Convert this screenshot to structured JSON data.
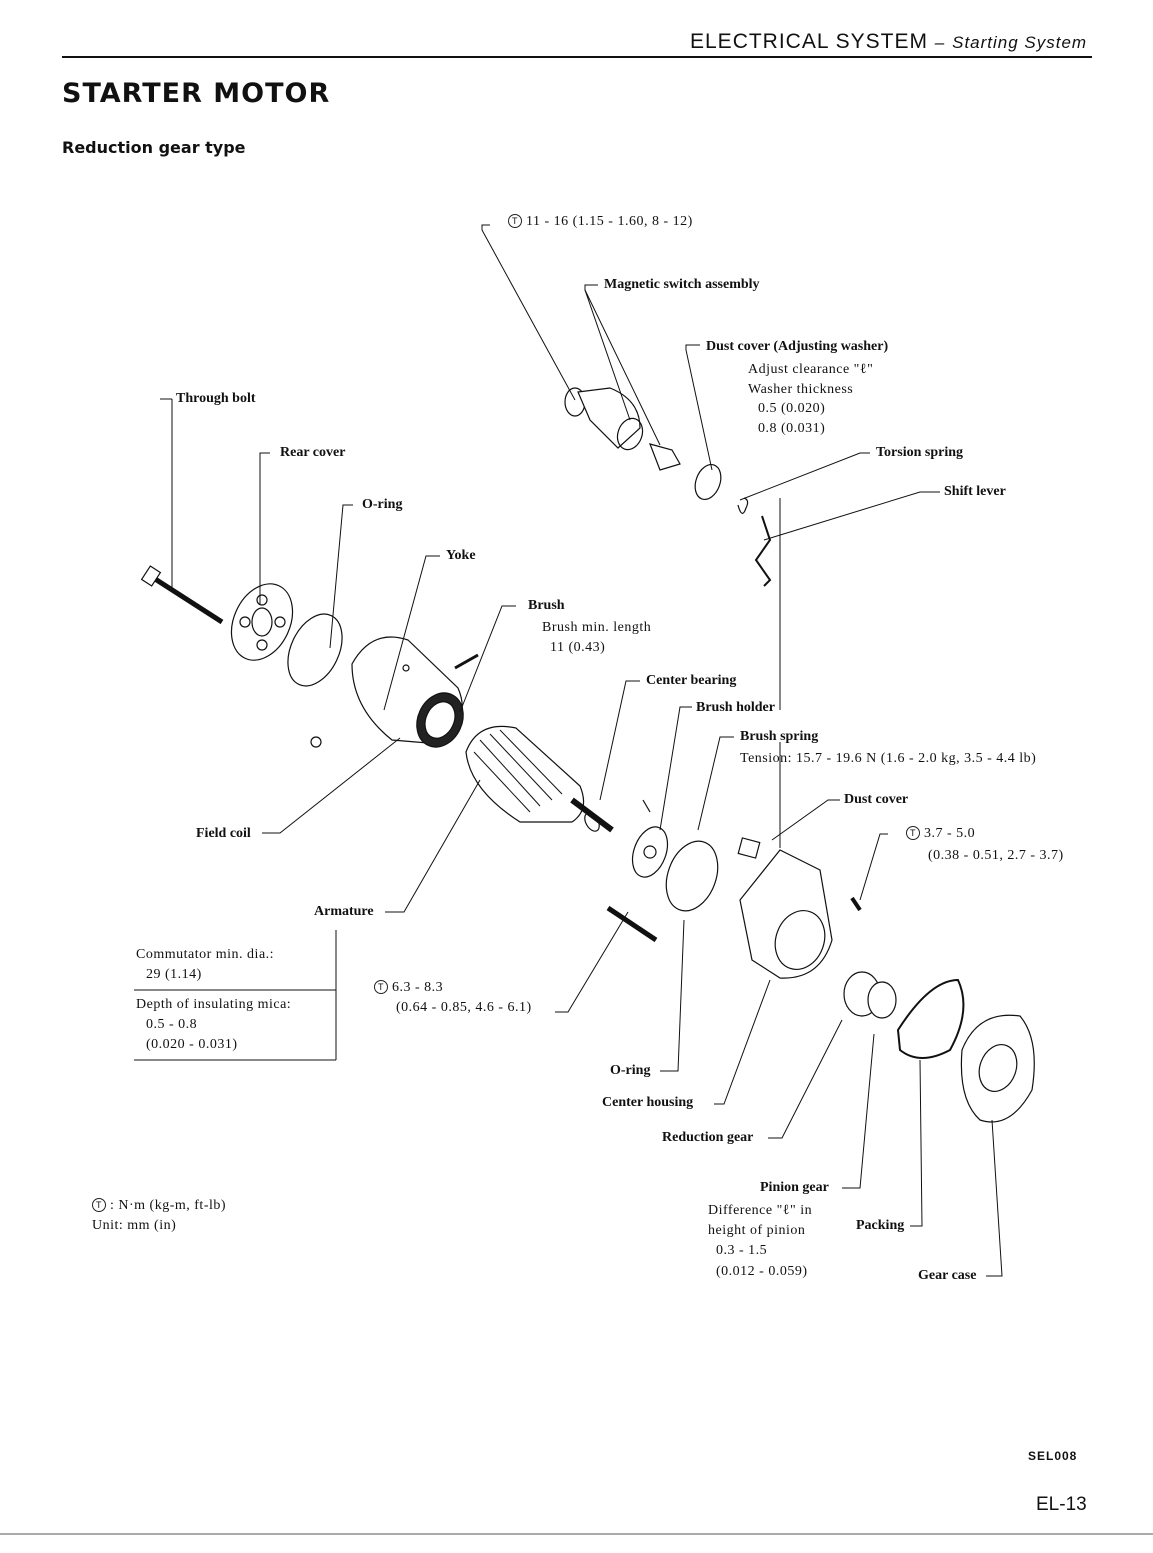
{
  "header": {
    "section": "ELECTRICAL SYSTEM",
    "dash": "–",
    "subsection": "Starting System"
  },
  "title": "STARTER MOTOR",
  "subtitle": "Reduction gear type",
  "labels": {
    "torque_top": "11 - 16 (1.15 - 1.60, 8 - 12)",
    "magnetic_switch": "Magnetic switch assembly",
    "dust_cover_adj": "Dust cover (Adjusting washer)",
    "adjust_clearance": "Adjust clearance \"ℓ\"",
    "washer_thickness": "Washer thickness",
    "washer_1": "0.5 (0.020)",
    "washer_2": "0.8 (0.031)",
    "through_bolt": "Through bolt",
    "rear_cover": "Rear cover",
    "o_ring_1": "O-ring",
    "yoke": "Yoke",
    "torsion_spring": "Torsion spring",
    "shift_lever": "Shift lever",
    "brush": "Brush",
    "brush_min_length": "Brush min. length",
    "brush_min_value": "11 (0.43)",
    "center_bearing": "Center bearing",
    "brush_holder": "Brush holder",
    "brush_spring": "Brush spring",
    "tension": "Tension:  15.7 - 19.6 N (1.6 - 2.0 kg, 3.5 - 4.4 lb)",
    "dust_cover": "Dust cover",
    "torque_right_1": "3.7 - 5.0",
    "torque_right_2": "(0.38 - 0.51, 2.7 - 3.7)",
    "field_coil": "Field coil",
    "armature": "Armature",
    "commutator": "Commutator min. dia.:",
    "commutator_value": "29 (1.14)",
    "depth_mica": "Depth of insulating mica:",
    "depth_value_1": "0.5 - 0.8",
    "depth_value_2": "(0.020 - 0.031)",
    "torque_mid_1": "6.3 - 8.3",
    "torque_mid_2": "(0.64 - 0.85, 4.6 - 6.1)",
    "o_ring_2": "O-ring",
    "center_housing": "Center housing",
    "reduction_gear": "Reduction gear",
    "pinion_gear": "Pinion gear",
    "difference_1": "Difference \"ℓ\" in",
    "difference_2": "height of pinion",
    "difference_3": "0.3 - 1.5",
    "difference_4": "(0.012 - 0.059)",
    "packing": "Packing",
    "gear_case": "Gear case"
  },
  "legend": {
    "torque_symbol": "T",
    "torque_units": ":  N·m (kg-m, ft-lb)",
    "unit": "Unit:  mm (in)"
  },
  "footer": {
    "figure_code": "SEL008",
    "page_number": "EL-13"
  }
}
